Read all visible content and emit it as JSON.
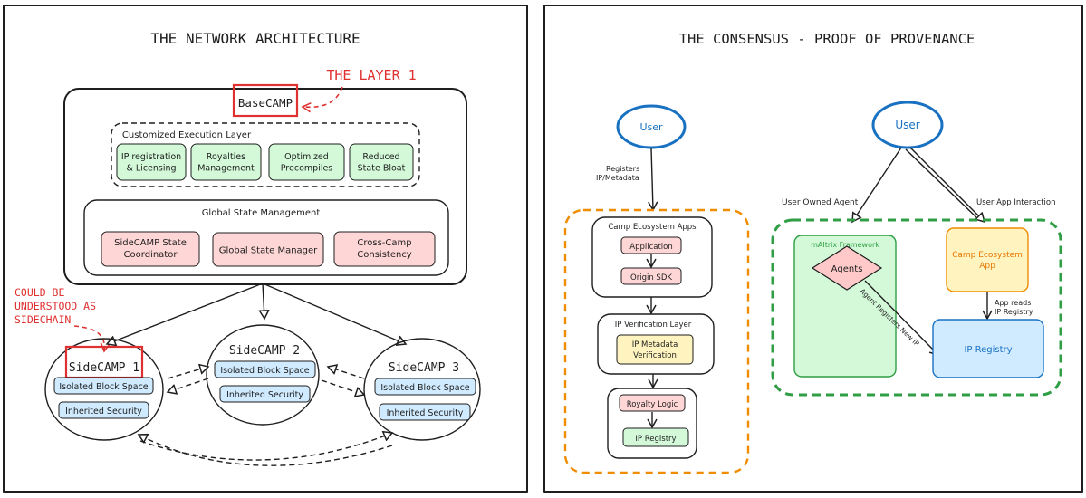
{
  "left_panel": {
    "title": "THE NETWORK ARCHITECTURE",
    "base": {
      "label": "BaseCAMP",
      "annotation": "THE LAYER 1",
      "execution_layer": {
        "title": "Customized Execution Layer",
        "modules": [
          [
            "IP registration",
            "& Licensing"
          ],
          [
            "Royalties",
            "Management"
          ],
          [
            "Optimized",
            "Precompiles"
          ],
          [
            "Reduced",
            "State Bloat"
          ]
        ]
      },
      "state_management": {
        "title": "Global State Management",
        "modules": [
          [
            "SideCAMP State",
            "Coordinator"
          ],
          [
            "Global State Manager"
          ],
          [
            "Cross-Camp",
            "Consistency"
          ]
        ]
      }
    },
    "sidechain_annotation": [
      "COULD BE",
      "UNDERSTOOD AS",
      "SIDECHAIN"
    ],
    "sidecamps": [
      {
        "name": "SideCAMP 1",
        "features": [
          "Isolated Block Space",
          "Inherited Security"
        ]
      },
      {
        "name": "SideCAMP 2",
        "features": [
          "Isolated Block Space",
          "Inherited Security"
        ]
      },
      {
        "name": "SideCAMP 3",
        "features": [
          "Isolated Block Space",
          "Inherited Security"
        ]
      }
    ]
  },
  "right_panel": {
    "title": "THE CONSENSUS - PROOF OF PROVENANCE",
    "user_left": "User",
    "user_right": "User",
    "registers_label": [
      "Registers",
      "IP/Metadata"
    ],
    "ecosystem_apps": {
      "title": "Camp Ecosystem Apps",
      "items": [
        "Application",
        "Origin SDK"
      ]
    },
    "verification": {
      "title": "IP Verification Layer",
      "item": [
        "IP Metadata",
        "Verification"
      ]
    },
    "royalty": {
      "items": [
        "Royalty Logic",
        "IP Registry"
      ]
    },
    "user_owned_agent": "User Owned Agent",
    "user_app_interaction": "User App Interaction",
    "framework": {
      "title": "mAItrix Framework",
      "agents": "Agents"
    },
    "camp_app": [
      "Camp Ecosystem",
      "App"
    ],
    "app_reads": [
      "App reads",
      "IP Registry"
    ],
    "agent_registers": "Agent Registers New IP",
    "ip_registry": "IP Registry"
  },
  "colors": {
    "red": "#e03131",
    "green_fill": "#d3f9d8",
    "green_stroke": "#2f9e44",
    "pink_fill": "#ffd6d6",
    "blue_fill": "#d0ebff",
    "blue_stroke": "#1971c2",
    "orange_stroke": "#f08c00",
    "yellow_fill": "#fff3bf",
    "agent_fill": "#ffc9c9"
  }
}
